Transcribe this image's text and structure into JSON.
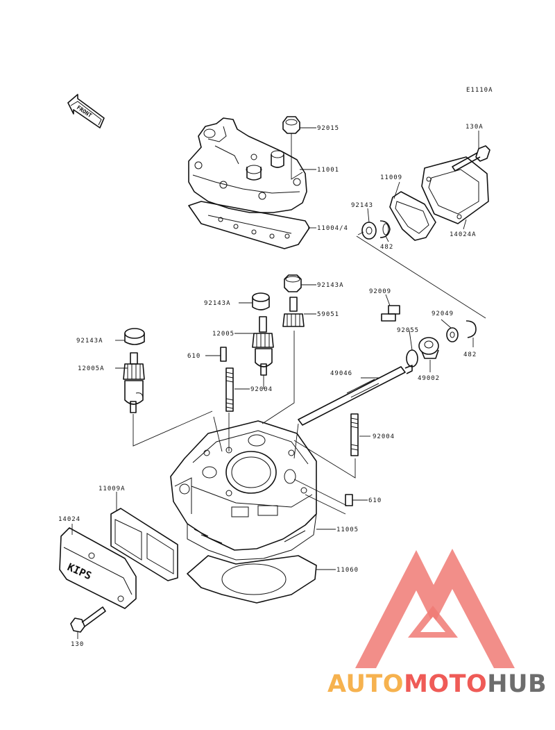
{
  "diagram": {
    "code": "E1110A",
    "front_label": "FRONT",
    "cover_text": "KIPS"
  },
  "labels": {
    "p92015": "92015",
    "p11001": "11001",
    "p11004": "11004/4",
    "p130A": "130A",
    "p11009": "11009",
    "p14024A": "14024A",
    "p92143_top": "92143",
    "p482_top": "482",
    "p92143A_right": "92143A",
    "p92143A_mid": "92143A",
    "p59051": "59051",
    "p92009": "92009",
    "p12005": "12005",
    "p92049": "92049",
    "p92055": "92055",
    "p482_right": "482",
    "p49002": "49002",
    "p92143A_left": "92143A",
    "p610_top": "610",
    "p12005A": "12005A",
    "p49046": "49046",
    "p92004_left": "92004",
    "p92004_right": "92004",
    "p610_bottom": "610",
    "p11009A": "11009A",
    "p14024": "14024",
    "p11005": "11005",
    "p11060": "11060",
    "p130": "130"
  },
  "watermark": {
    "part1": "AUTO",
    "part2": "MOTO",
    "part3": "HUB",
    "color_orange": "#f6b24f",
    "color_red": "#ef5b57",
    "color_grey": "#6d6d6d",
    "logo_color": "#f07a74"
  }
}
